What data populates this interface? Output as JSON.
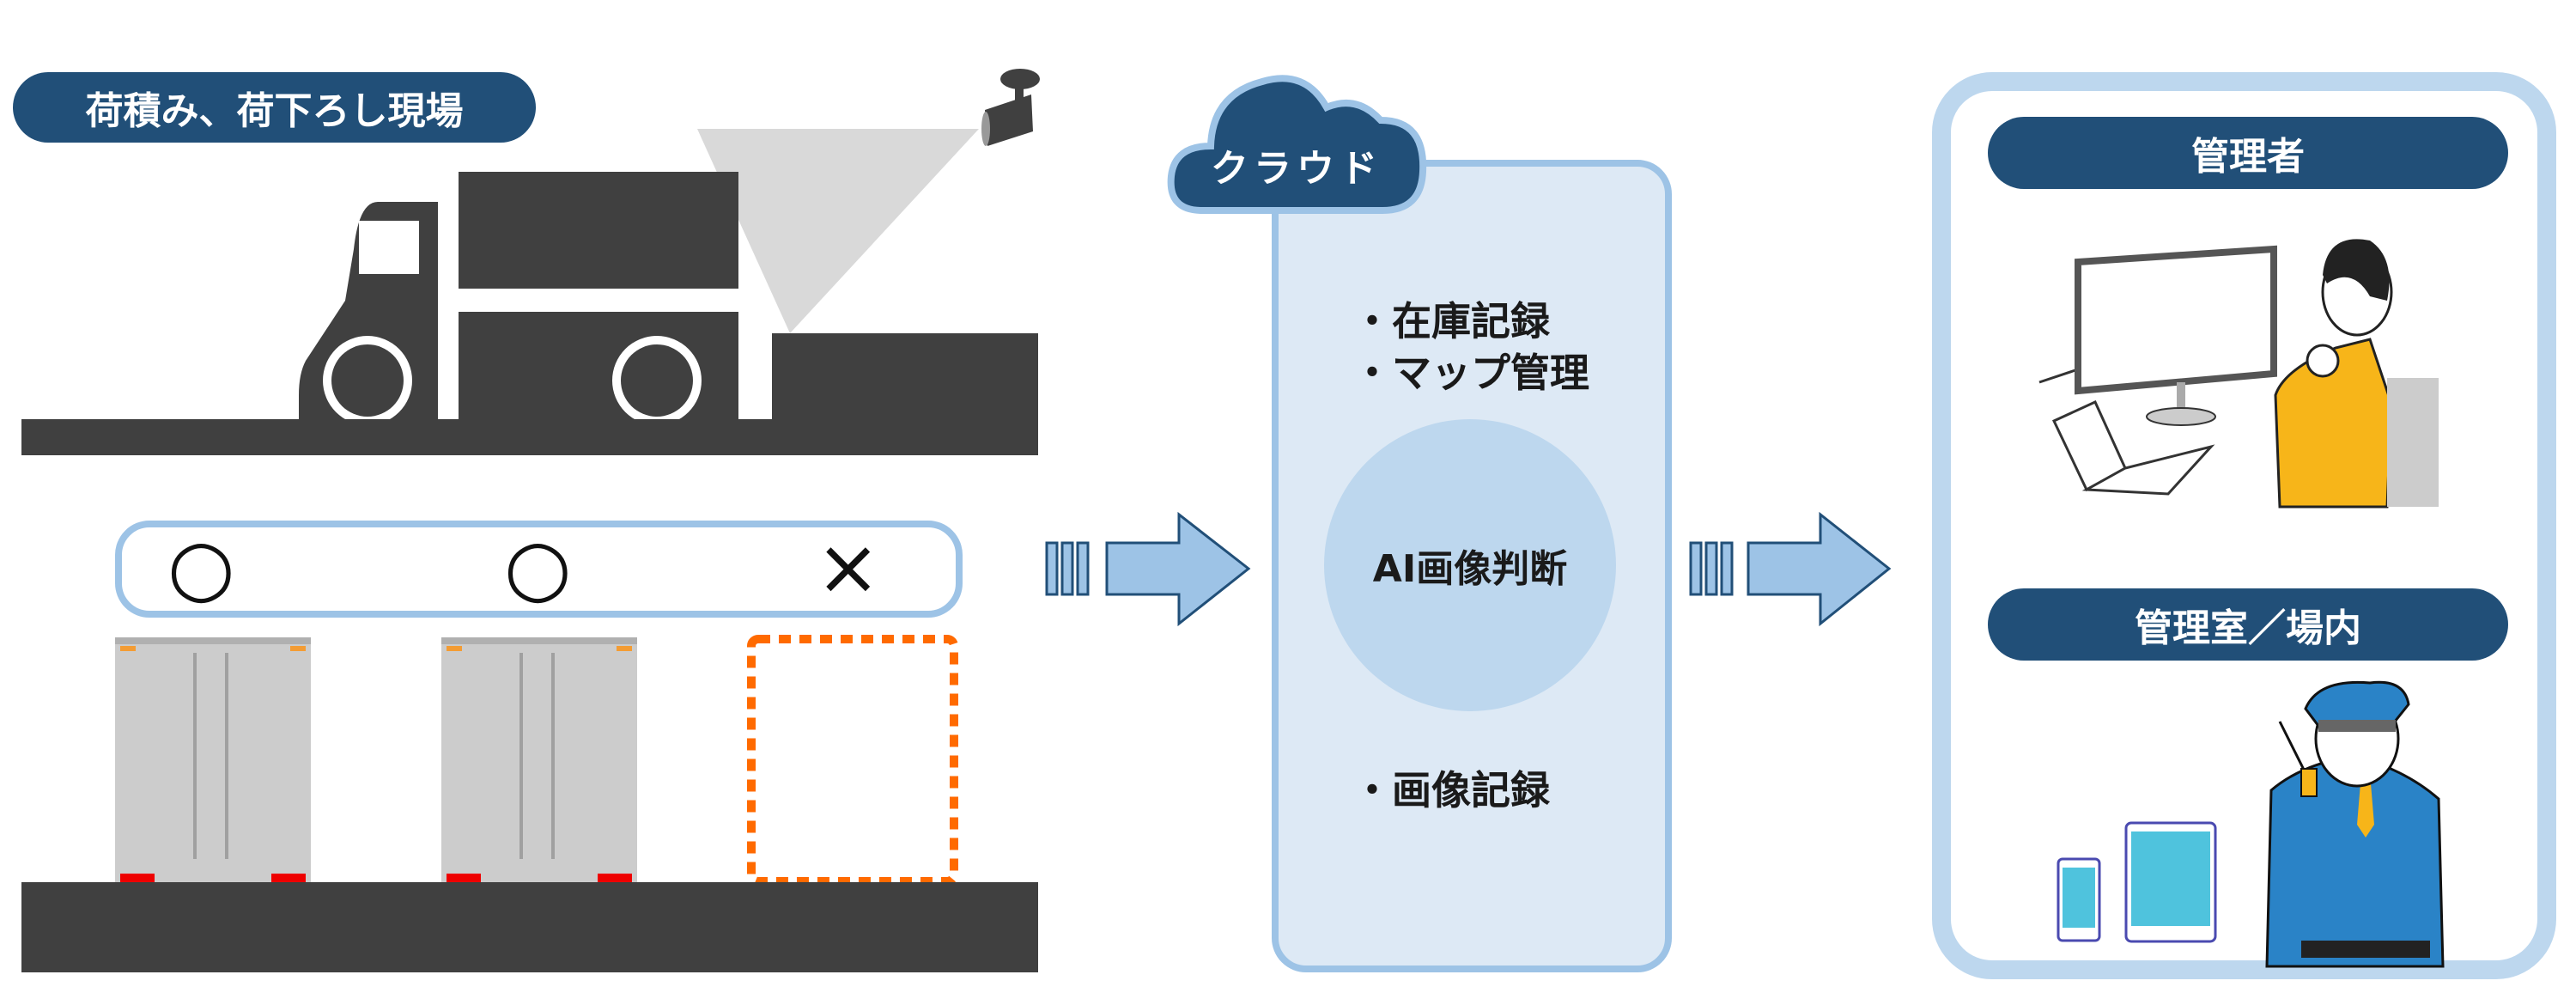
{
  "site": {
    "title": "荷積み、荷下ろし現場",
    "status_marks": [
      "○",
      "○",
      "×"
    ],
    "slots": [
      {
        "state": "occupied",
        "mark": "○"
      },
      {
        "state": "occupied",
        "mark": "○"
      },
      {
        "state": "empty",
        "mark": "×"
      }
    ]
  },
  "cloud": {
    "label": "クラウド",
    "items_top": [
      "・在庫記録",
      "・マップ管理"
    ],
    "center": "AI画像判断",
    "items_bottom": [
      "・画像記録"
    ]
  },
  "destinations": {
    "manager": {
      "label": "管理者",
      "icon": "manager-at-monitor-illustration"
    },
    "control_room": {
      "label": "管理室／場内",
      "icon": "guard-with-radio-illustration"
    }
  },
  "colors": {
    "navy": "#214f78",
    "light_blue": "#9dc3e6",
    "pale_blue": "#dde9f5",
    "ellipse_blue": "#bdd7ee",
    "dark_gray": "#404040",
    "orange": "#ff6a00"
  }
}
